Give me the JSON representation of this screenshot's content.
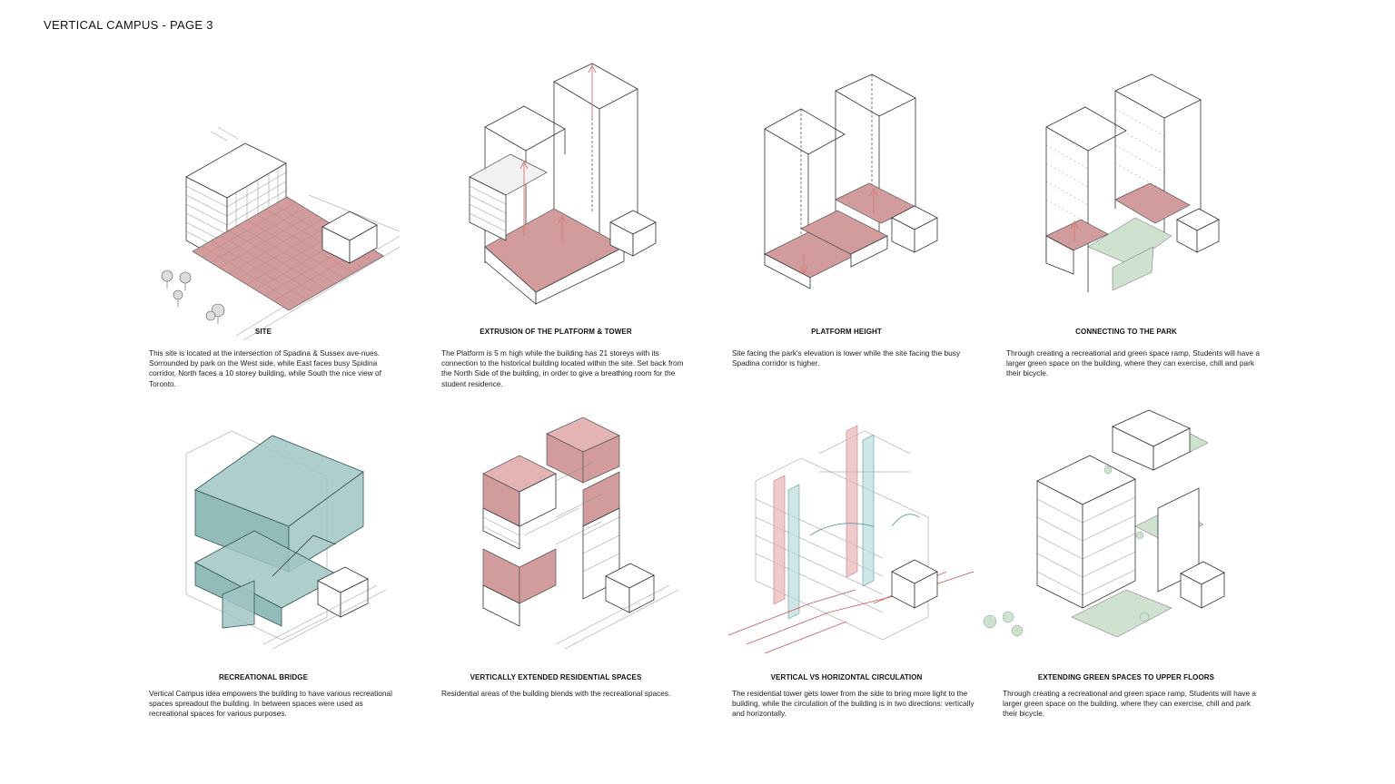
{
  "page_title": "VERTICAL CAMPUS - PAGE 3",
  "panels": [
    {
      "caption": "SITE",
      "description": "This site is located at the intersection of Spadina & Sussex ave-nues. Sorrounded by park on the West side, while East faces busy Spidina corridor, North faces a 10 storey building, while South the nice view of Toronto."
    },
    {
      "caption": "EXTRUSION OF THE PLATFORM & TOWER",
      "description": "The Platform is 5 m high while the building has 21 storeys with its connection to the historical building located within the site. Set back from the North Side of the building, in order to give a breathing room for the student residence."
    },
    {
      "caption": "PLATFORM HEIGHT",
      "description": "Site facing the park's elevation is lower while the site facing the busy Spadina corridor is higher."
    },
    {
      "caption": "CONNECTING TO THE PARK",
      "description": "Through creating a recreational and green space ramp, Students will have a larger green space on the building, where they can exercise, chill and park their bicycle."
    },
    {
      "caption": "RECREATIONAL BRIDGE",
      "description": "Vertical Campus idea empowers the building to have various recreational spaces spreadout the building. In between spaces were used as recreational spaces for various purposes."
    },
    {
      "caption": "VERTICALLY EXTENDED RESIDENTIAL SPACES",
      "description": "Residential areas of the building blends with the recreational spaces."
    },
    {
      "caption": "VERTICAL VS HORIZONTAL CIRCULATION",
      "description": "The residential tower gets lower from the side to bring more light to the building, while the circulation of the building is in two directions: vertically and horizontally."
    },
    {
      "caption": "EXTENDING GREEN SPACES TO UPPER FLOORS",
      "description": "Through creating a recreational and green space ramp, Students will have a larger green space on the building, where they can exercise, chill and park their bicycle."
    }
  ],
  "colors": {
    "platform_red": "#d39c9c",
    "bridge_teal": "#9fc5c4",
    "green_space": "#cfe1cf"
  }
}
